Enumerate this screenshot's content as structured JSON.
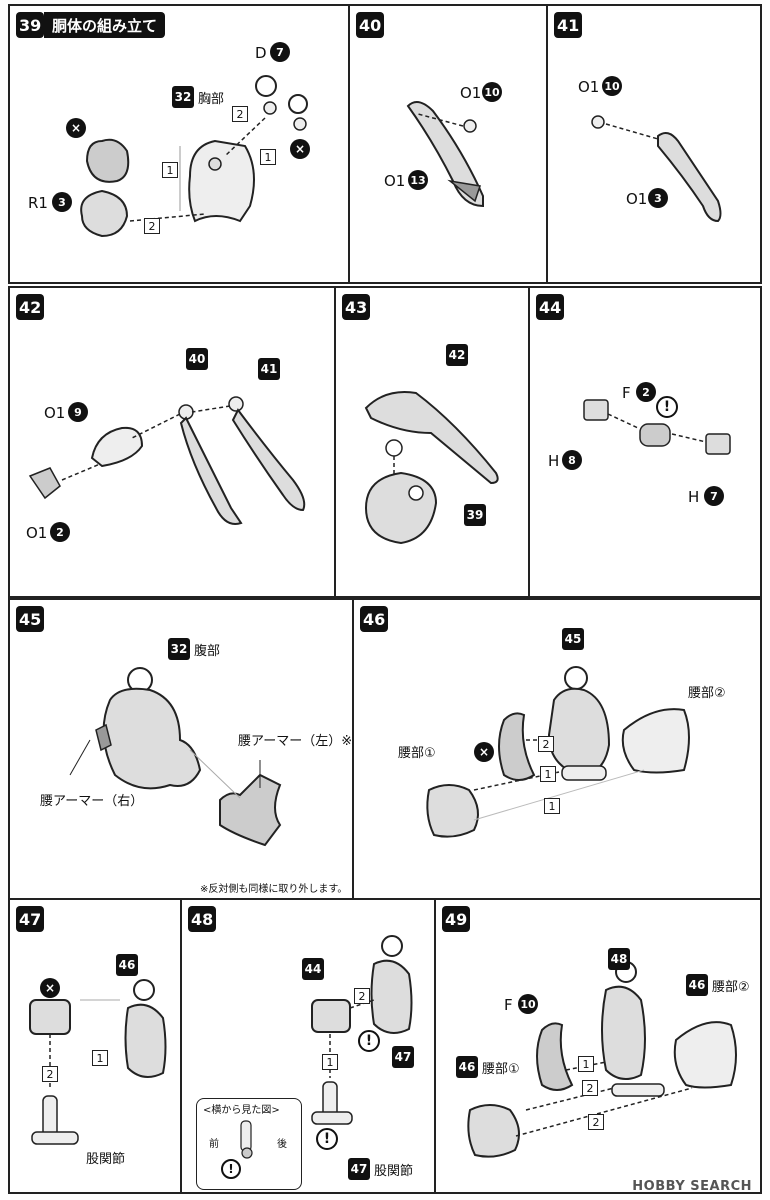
{
  "steps": {
    "s39": {
      "num": "39",
      "title": "胴体の組み立て"
    },
    "s40": {
      "num": "40"
    },
    "s41": {
      "num": "41"
    },
    "s42": {
      "num": "42"
    },
    "s43": {
      "num": "43"
    },
    "s44": {
      "num": "44"
    },
    "s45": {
      "num": "45"
    },
    "s46": {
      "num": "46"
    },
    "s47": {
      "num": "47"
    },
    "s48": {
      "num": "48"
    },
    "s49": {
      "num": "49"
    }
  },
  "labels": {
    "chest": "胸部",
    "abdomen": "腹部",
    "waist1": "腰部①",
    "waist2": "腰部②",
    "waist_armor_left": "腰アーマー（左）※",
    "waist_armor_right": "腰アーマー（右）",
    "note_opposite": "※反対側も同様に取り外します。",
    "hip_joint": "股関節",
    "side_view": "<横から見た図>",
    "front": "前",
    "back": "後"
  },
  "parts": {
    "D": "D",
    "O1": "O1",
    "R1": "R1",
    "F": "F",
    "H": "H",
    "n7": "7",
    "n10": "10",
    "n13": "13",
    "n3": "3",
    "n9": "9",
    "n2": "2",
    "n8": "8"
  },
  "refs": {
    "r32": "32",
    "r40": "40",
    "r41": "41",
    "r42": "42",
    "r39": "39",
    "r45": "45",
    "r46": "46",
    "r44": "44",
    "r47": "47",
    "r48": "48"
  },
  "order": {
    "o1": "1",
    "o2": "2"
  },
  "symbols": {
    "x": "×",
    "warn": "!"
  },
  "footer": {
    "logo": "HOBBY SEARCH"
  },
  "colors": {
    "ink": "#111111",
    "part_fill": "#e8e8e8",
    "part_shade": "#a0a0a0"
  }
}
